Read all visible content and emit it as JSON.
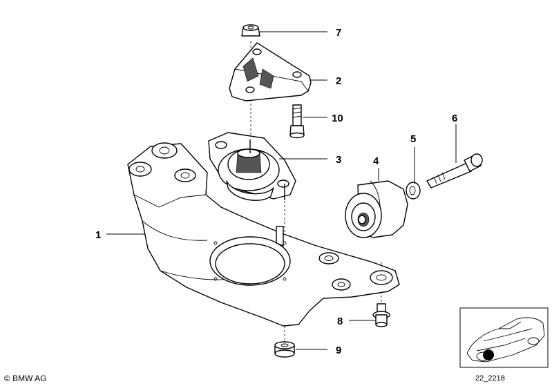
{
  "callouts": [
    {
      "id": "1",
      "label": "1"
    },
    {
      "id": "2",
      "label": "2"
    },
    {
      "id": "3",
      "label": "3"
    },
    {
      "id": "4",
      "label": "4"
    },
    {
      "id": "5",
      "label": "5"
    },
    {
      "id": "6",
      "label": "6"
    },
    {
      "id": "7",
      "label": "7"
    },
    {
      "id": "8",
      "label": "8"
    },
    {
      "id": "9",
      "label": "9"
    },
    {
      "id": "10",
      "label": "10"
    }
  ],
  "footer": {
    "copyright": "© BMW AG",
    "diagram_number": "22_2218"
  }
}
